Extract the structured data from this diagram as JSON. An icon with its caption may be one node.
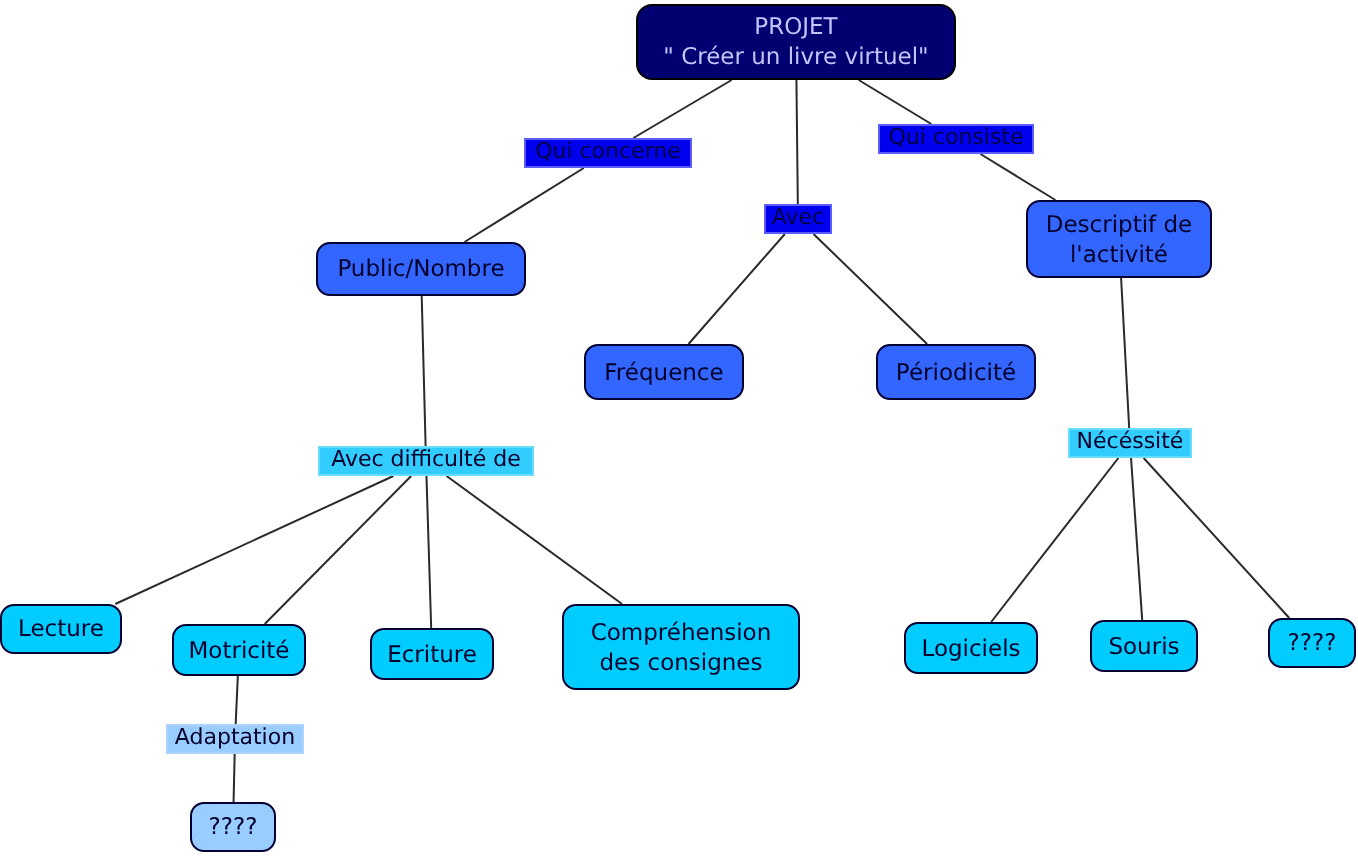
{
  "diagram": {
    "nodes": [
      {
        "text": [
          "PROJET",
          "\" Créer un livre virtuel\""
        ]
      },
      {
        "text": [
          "Qui concerne"
        ]
      },
      {
        "text": [
          "Avec"
        ]
      },
      {
        "text": [
          "Qui consiste"
        ]
      },
      {
        "text": [
          "Public/Nombre"
        ]
      },
      {
        "text": [
          "Fréquence"
        ]
      },
      {
        "text": [
          "Périodicité"
        ]
      },
      {
        "text": [
          "Descriptif de l'activité"
        ]
      },
      {
        "text": [
          "Avec difficulté de"
        ]
      },
      {
        "text": [
          "Nécéssité"
        ]
      },
      {
        "text": [
          "Lecture"
        ]
      },
      {
        "text": [
          "Motricité"
        ]
      },
      {
        "text": [
          "Ecriture"
        ]
      },
      {
        "text": [
          "Compréhension des consignes"
        ]
      },
      {
        "text": [
          "Logiciels"
        ]
      },
      {
        "text": [
          "Souris"
        ]
      },
      {
        "text": [
          "????"
        ]
      },
      {
        "text": [
          "Adaptation"
        ]
      },
      {
        "text": [
          "????"
        ]
      }
    ],
    "edges": [
      {
        "from": 0,
        "to": 1,
        "arrow": "none"
      },
      {
        "from": 1,
        "to": 4,
        "arrow": "none"
      },
      {
        "from": 0,
        "to": 2,
        "arrow": "none"
      },
      {
        "from": 2,
        "to": 5,
        "arrow": "none"
      },
      {
        "from": 2,
        "to": 6,
        "arrow": "none"
      },
      {
        "from": 0,
        "to": 3,
        "arrow": "none"
      },
      {
        "from": 3,
        "to": 7,
        "arrow": "none"
      },
      {
        "from": 4,
        "to": 8,
        "arrow": "none"
      },
      {
        "from": 8,
        "to": 10,
        "arrow": "none"
      },
      {
        "from": 8,
        "to": 11,
        "arrow": "none"
      },
      {
        "from": 8,
        "to": 12,
        "arrow": "none"
      },
      {
        "from": 8,
        "to": 13,
        "arrow": "none"
      },
      {
        "from": 11,
        "to": 17,
        "arrow": "none"
      },
      {
        "from": 17,
        "to": 18,
        "arrow": "none"
      },
      {
        "from": 7,
        "to": 9,
        "arrow": "none"
      },
      {
        "from": 9,
        "to": 14,
        "arrow": "none"
      },
      {
        "from": 9,
        "to": 15,
        "arrow": "none"
      },
      {
        "from": 9,
        "to": 16,
        "arrow": "none"
      }
    ]
  }
}
